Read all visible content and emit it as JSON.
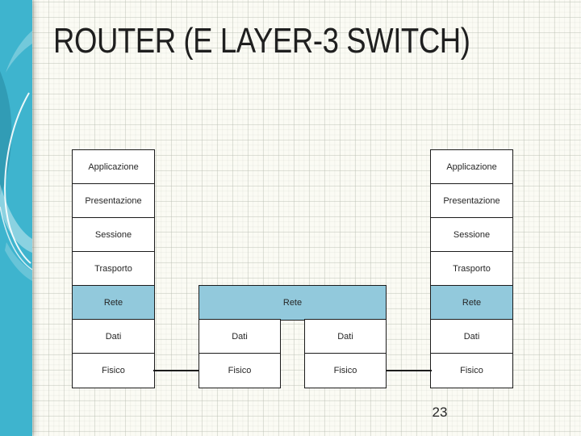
{
  "slide": {
    "title": "ROUTER (E LAYER-3 SWITCH)",
    "page_number": "23"
  },
  "colors": {
    "sidebar_teal": "#3eb4ce",
    "highlight_blue": "#92c9dc",
    "box_fill": "#ffffff",
    "box_border": "#1c1c1c",
    "title_color": "#1f1f1f",
    "background": "#fbfbf4"
  },
  "diagram": {
    "left_host_stack": [
      "Applicazione",
      "Presentazione",
      "Sessione",
      "Trasporto",
      "Rete",
      "Dati",
      "Fisico"
    ],
    "right_host_stack": [
      "Applicazione",
      "Presentazione",
      "Sessione",
      "Trasporto",
      "Rete",
      "Dati",
      "Fisico"
    ],
    "highlighted_layer": "Rete",
    "router": {
      "network_layer": "Rete",
      "left_column": [
        "Dati",
        "Fisico"
      ],
      "right_column": [
        "Dati",
        "Fisico"
      ]
    }
  }
}
